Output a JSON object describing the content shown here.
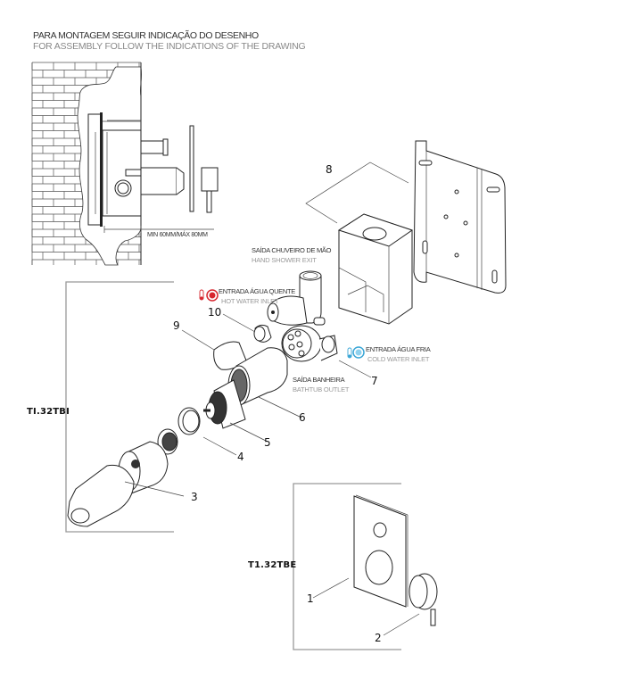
{
  "header": {
    "title_pt": "PARA MONTAGEM SEGUIR INDICAÇÃO DO DESENHO",
    "title_en": "FOR ASSEMBLY FOLLOW THE INDICATIONS OF THE DRAWING"
  },
  "wall_detail": {
    "dimension_label": "MIN 60MM/MÁX 80MM"
  },
  "callouts": {
    "hand_shower_pt": "SAÍDA CHUVEIRO DE MÃO",
    "hand_shower_en": "HAND SHOWER EXIT",
    "hot_inlet_pt": "ENTRADA ÁGUA QUENTE",
    "hot_inlet_en": "HOT WATER INLET",
    "cold_inlet_pt": "ENTRADA ÁGUA FRIA",
    "cold_inlet_en": "COLD WATER INLET",
    "bathtub_pt": "SAÍDA BANHEIRA",
    "bathtub_en": "BATHTUB OUTLET"
  },
  "colors": {
    "hot": "#d7262e",
    "cold": "#3aa6d6"
  },
  "part_numbers": {
    "p1": "1",
    "p2": "2",
    "p3": "3",
    "p4": "4",
    "p5": "5",
    "p6": "6",
    "p7": "7",
    "p8": "8",
    "p9": "9",
    "p10": "10"
  },
  "models": {
    "internal": "TI.32TBI",
    "external": "T1.32TBE"
  }
}
